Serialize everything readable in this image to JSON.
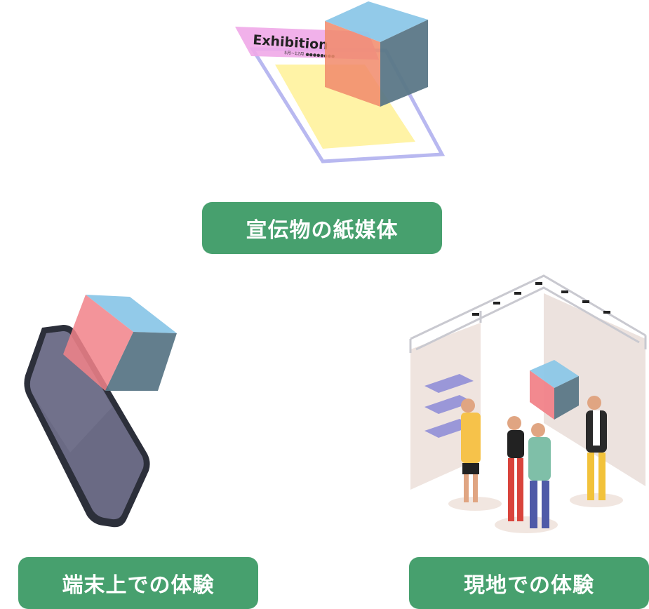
{
  "flyer": {
    "title": "Exhibition",
    "subtitle": "5月~12月 ●●●●●●●●"
  },
  "labels": {
    "print_media": "宣伝物の紙媒体",
    "device": "端末上での体験",
    "onsite": "現地での体験"
  },
  "colors": {
    "label_bg": "#47a06e",
    "cube_top": "#8dc8e8",
    "cube_left": "#f28b8b",
    "cube_right": "#5b7887",
    "flyer_header": "#f0a8e8",
    "flyer_body": "#fff3a6",
    "flyer_frame": "#b8b8f0"
  }
}
